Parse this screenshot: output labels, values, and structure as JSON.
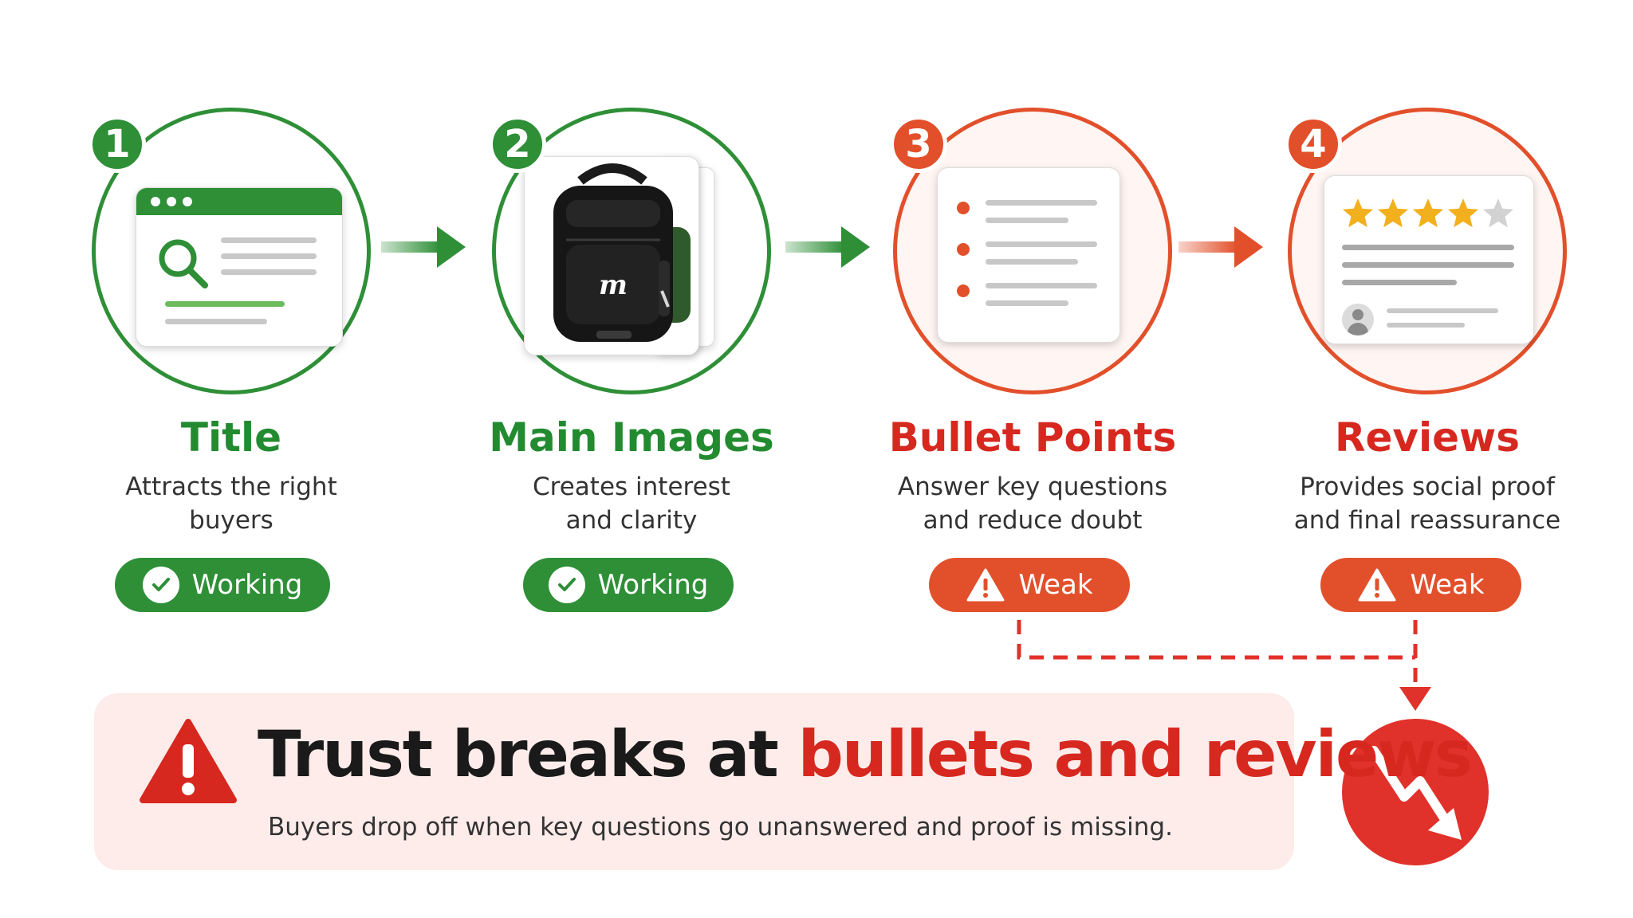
{
  "steps": [
    {
      "number": "1",
      "title": "Title",
      "desc": [
        "Attracts the right",
        "buyers"
      ],
      "status": "Working",
      "color": "#2e8f37"
    },
    {
      "number": "2",
      "title": "Main Images",
      "desc": [
        "Creates interest",
        "and clarity"
      ],
      "status": "Working",
      "color": "#2e8f37"
    },
    {
      "number": "3",
      "title": "Bullet Points",
      "desc": [
        "Answer key questions",
        "and reduce doubt"
      ],
      "status": "Weak",
      "color": "#e2502b"
    },
    {
      "number": "4",
      "title": "Reviews",
      "desc": [
        "Provides social proof",
        "and final reassurance"
      ],
      "status": "Weak",
      "color": "#e2502b"
    }
  ],
  "icons": {
    "step1": "browser-search-icon",
    "step2": "backpack-product-image",
    "step3": "bullet-list-icon",
    "step4": "review-card-icon",
    "working": "check-circle-icon",
    "weak": "warning-triangle-icon",
    "drop": "trend-down-icon"
  },
  "backpack_logo": "m",
  "review_rating": {
    "stars_filled": 4,
    "stars_total": 5
  },
  "banner": {
    "heading_dark": "Trust breaks at",
    "heading_highlight": "bullets and reviews",
    "subtitle": "Buyers drop off when key questions go unanswered and proof is missing."
  },
  "colors": {
    "green": "#2e8f37",
    "orange": "#e2502b",
    "red": "#d7281f",
    "banner_bg": "#fdecea"
  }
}
